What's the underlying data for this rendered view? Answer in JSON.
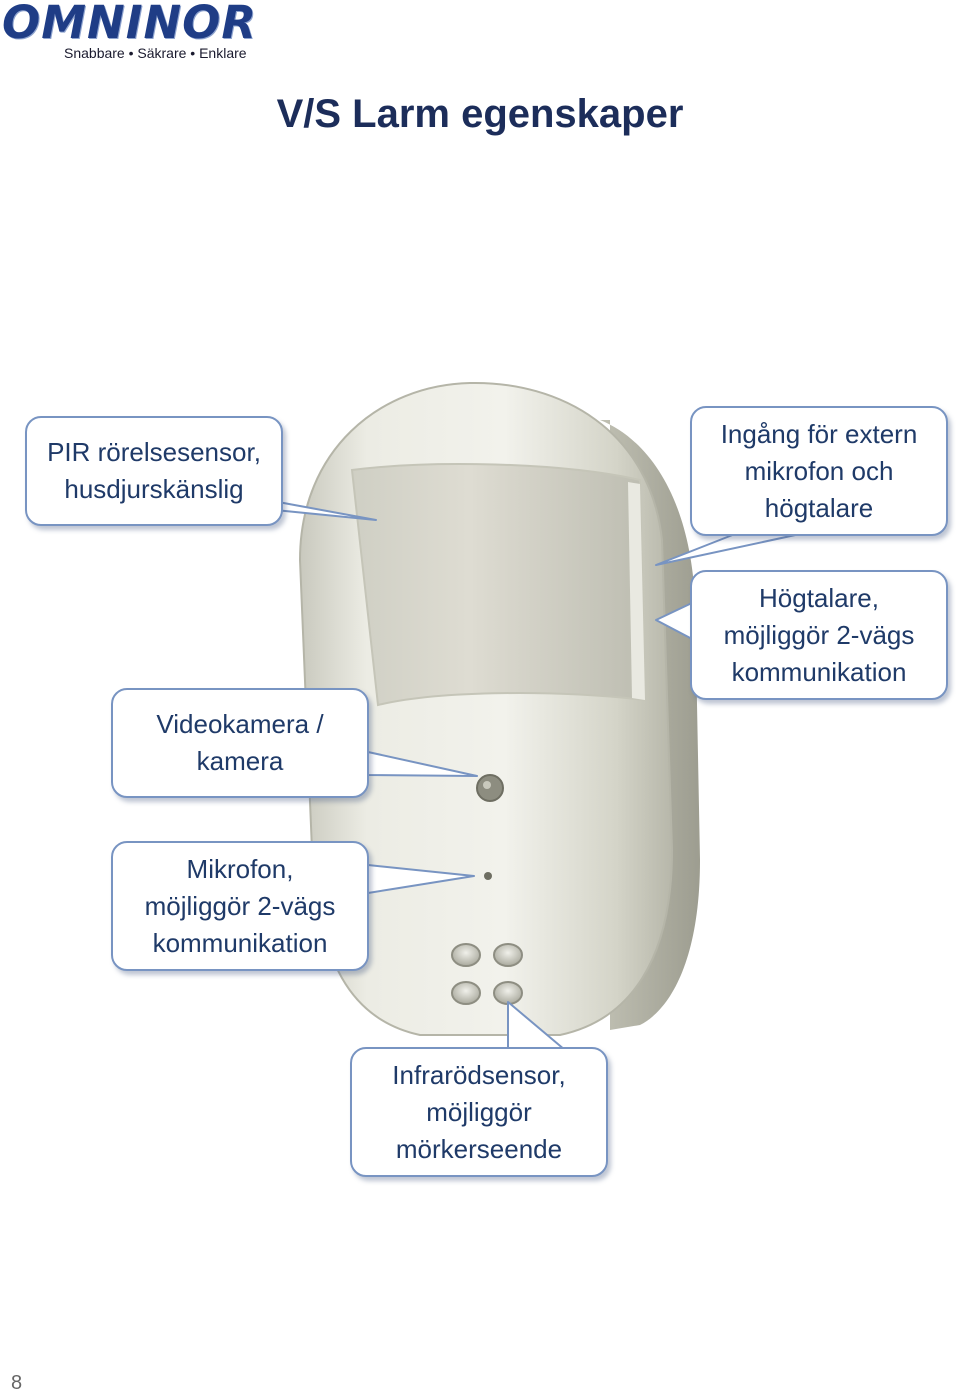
{
  "header": {
    "logo_text": "OMNINOR",
    "tagline": "Snabbare • Säkrare • Enklare"
  },
  "page_title": "V/S Larm egenskaper",
  "callouts": {
    "pir_sensor": "PIR rörelsesensor,\nhusdjurskänslig",
    "ext_input": "Ingång för extern\nmikrofon och\nhögtalare",
    "speaker": "Högtalare,\nmöjliggör 2-vägs\nkommunikation",
    "camera": "Videokamera /\nkamera",
    "microphone": "Mikrofon,\nmöjliggör 2-vägs\nkommunikation",
    "infrared": "Infrarödsensor,\nmöjliggör\nmörkerseende"
  },
  "page_number": "8",
  "colors": {
    "callout_border": "#7894c2",
    "callout_text": "#1f3a68",
    "logo": "#1f3d86",
    "device_body": "#e6e6dc"
  }
}
